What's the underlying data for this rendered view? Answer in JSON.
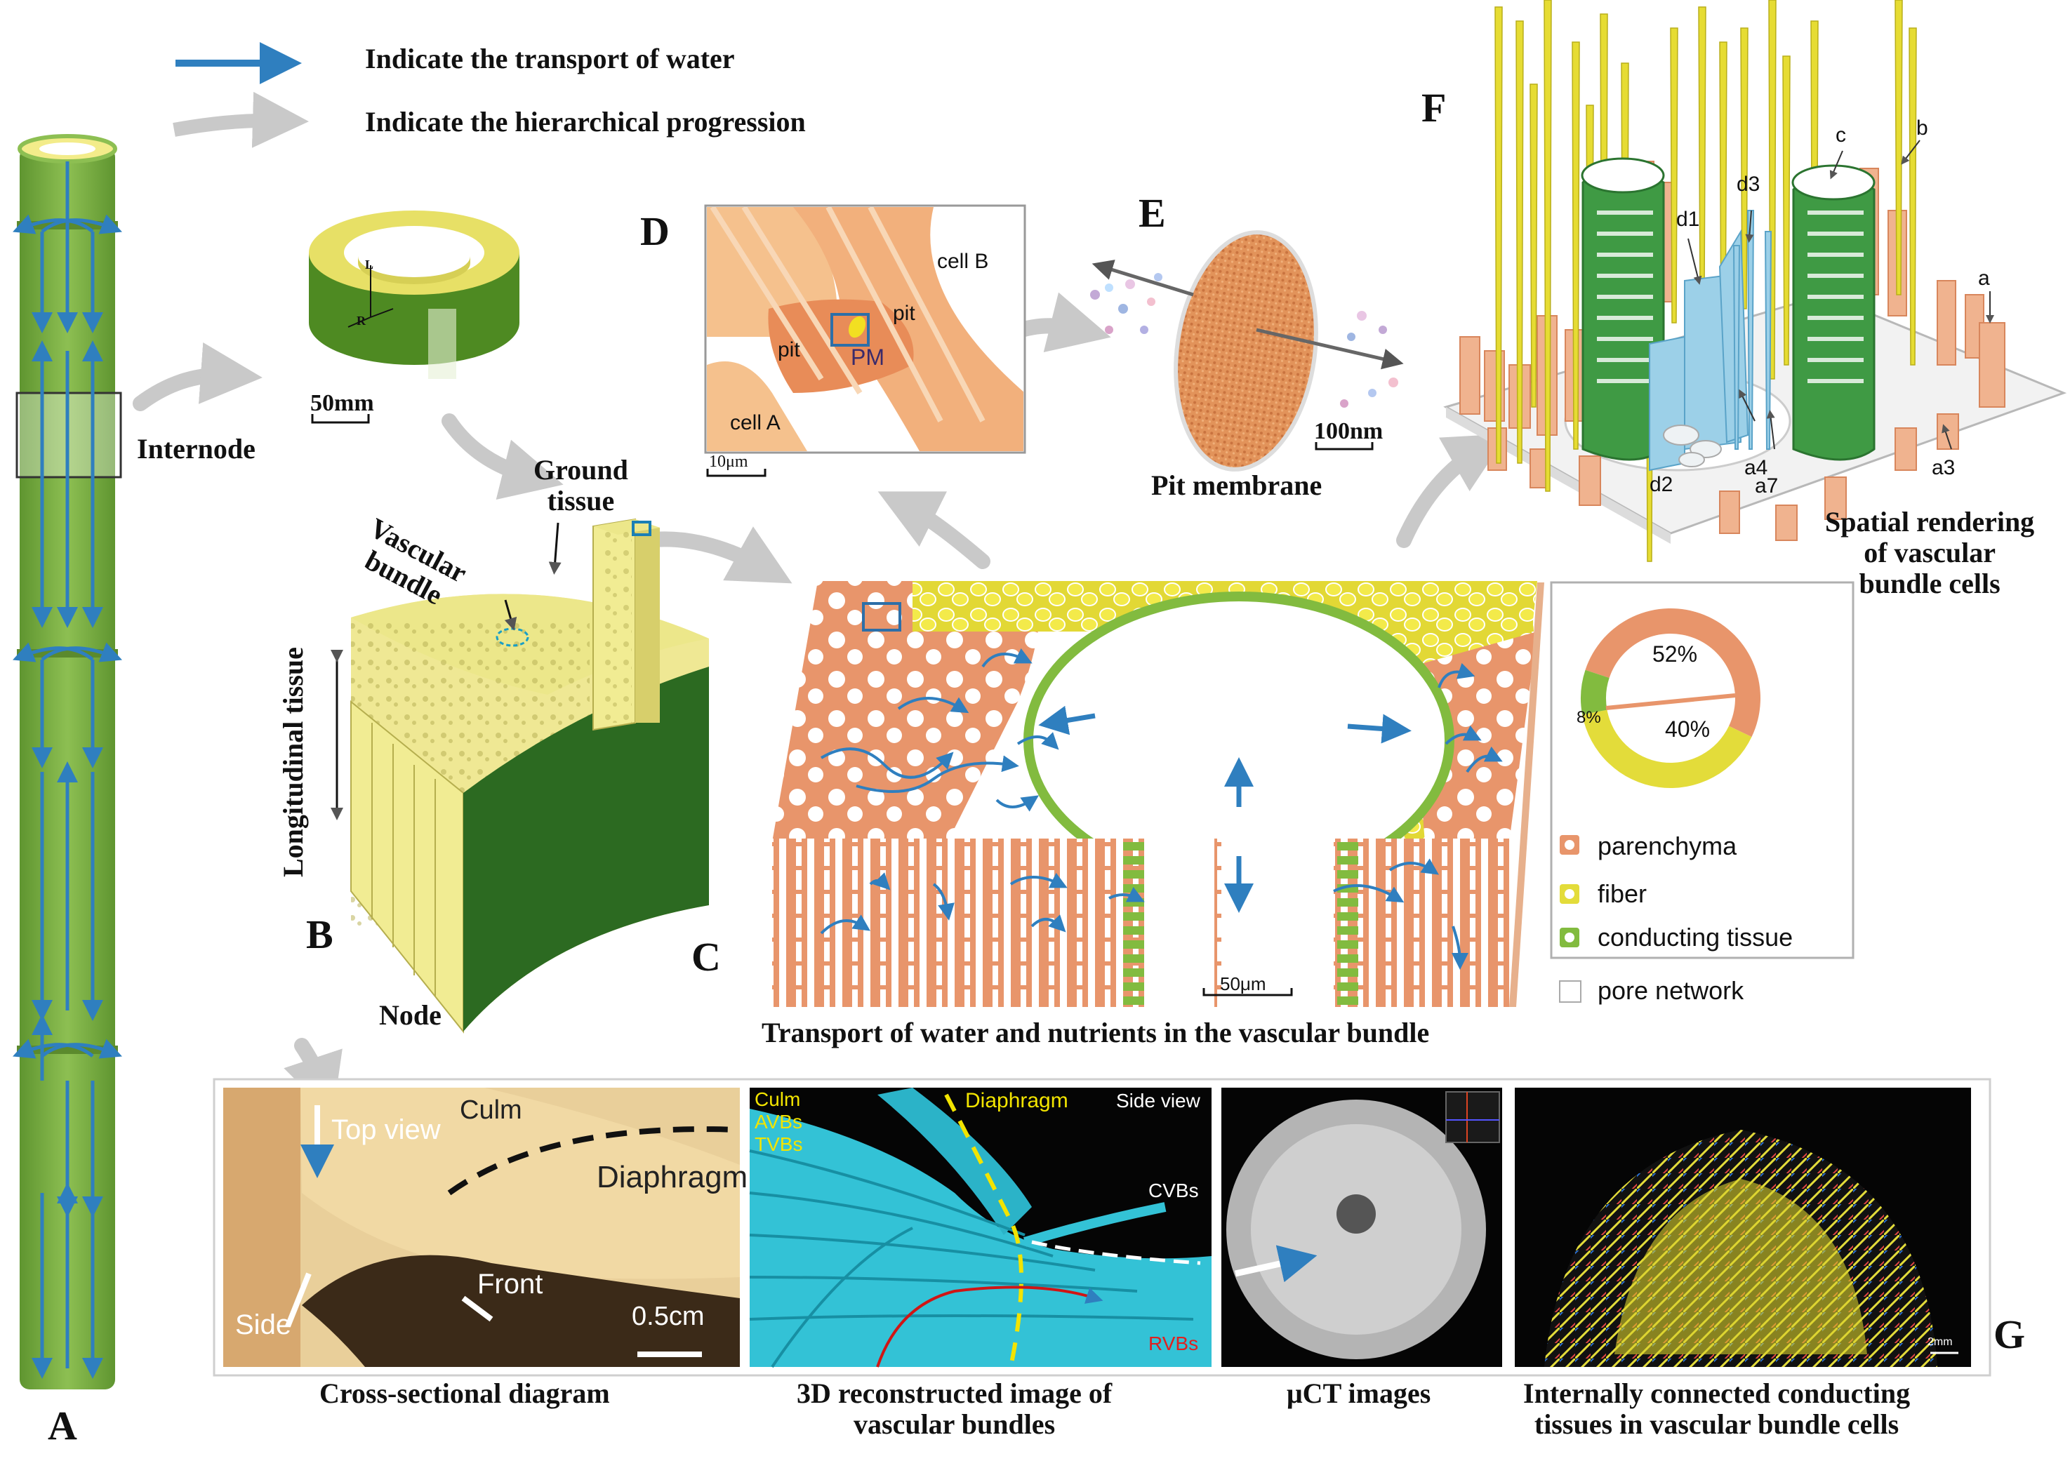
{
  "legend": {
    "water_transport": "Indicate the transport of water",
    "hierarchical_progression": "Indicate the hierarchical progression"
  },
  "panels": {
    "A": {
      "letter": "A",
      "internode": "Internode"
    },
    "B": {
      "letter": "B",
      "ground_tissue": "Ground\ntissue",
      "vascular_bundle": "Vascular\nbundle",
      "longitudinal": "Longitudinal tissue",
      "node": "Node",
      "scale": "50mm",
      "axis_L": "L",
      "axis_R": "R"
    },
    "C": {
      "letter": "C",
      "caption": "Transport of water and nutrients in the vascular bundle",
      "scale": "50μm",
      "pie": [
        {
          "label": "parenchyma",
          "percent": 52,
          "color": "#e8956b"
        },
        {
          "label": "fiber",
          "percent": 40,
          "color": "#e3dc3a"
        },
        {
          "label": "conducting tissue",
          "percent": 8,
          "color": "#82bb3f"
        }
      ],
      "pie_labels": [
        "52%",
        "40%",
        "8%"
      ],
      "legend_items": [
        "parenchyma",
        "fiber",
        "conducting tissue",
        "pore network"
      ]
    },
    "D": {
      "letter": "D",
      "cell_a": "cell A",
      "cell_b": "cell B",
      "pit_left": "pit",
      "pit_right": "pit",
      "pm": "PM",
      "scale": "10μm"
    },
    "E": {
      "letter": "E",
      "caption": "Pit membrane",
      "scale": "100nm"
    },
    "F": {
      "letter": "F",
      "caption": "Spatial rendering\nof vascular\nbundle cells",
      "marks": {
        "a": "a",
        "b": "b",
        "c": "c",
        "d1": "d1",
        "d2": "d2",
        "d3": "d3",
        "a3": "a3",
        "a4": "a4",
        "a7": "a7"
      }
    },
    "G": {
      "letter": "G",
      "captions": [
        "Cross-sectional diagram",
        "3D reconstructed image of\nvascular bundles",
        "μCT images",
        "Internally connected conducting\ntissues in vascular bundle cells"
      ],
      "photo1": {
        "culm": "Culm",
        "top_view": "Top view",
        "diaphragm": "Diaphragm",
        "side": "Side",
        "front": "Front",
        "scale": "0.5cm"
      },
      "photo2": {
        "culm": "Culm",
        "avbs": "AVBs",
        "tvbs": "TVBs",
        "diaphragm": "Diaphragm",
        "side_view": "Side view",
        "cvbs": "CVBs",
        "rvbs": "RVBs"
      },
      "photo4": {
        "scale": "2mm"
      }
    }
  },
  "colors": {
    "water_arrow": "#2f7fbf",
    "progression_arrow": "#c9c9c9",
    "culm_green": "#78ab3f",
    "parenchyma": "#e8956b",
    "fiber": "#e3dc3a",
    "conducting": "#82bb3f"
  }
}
